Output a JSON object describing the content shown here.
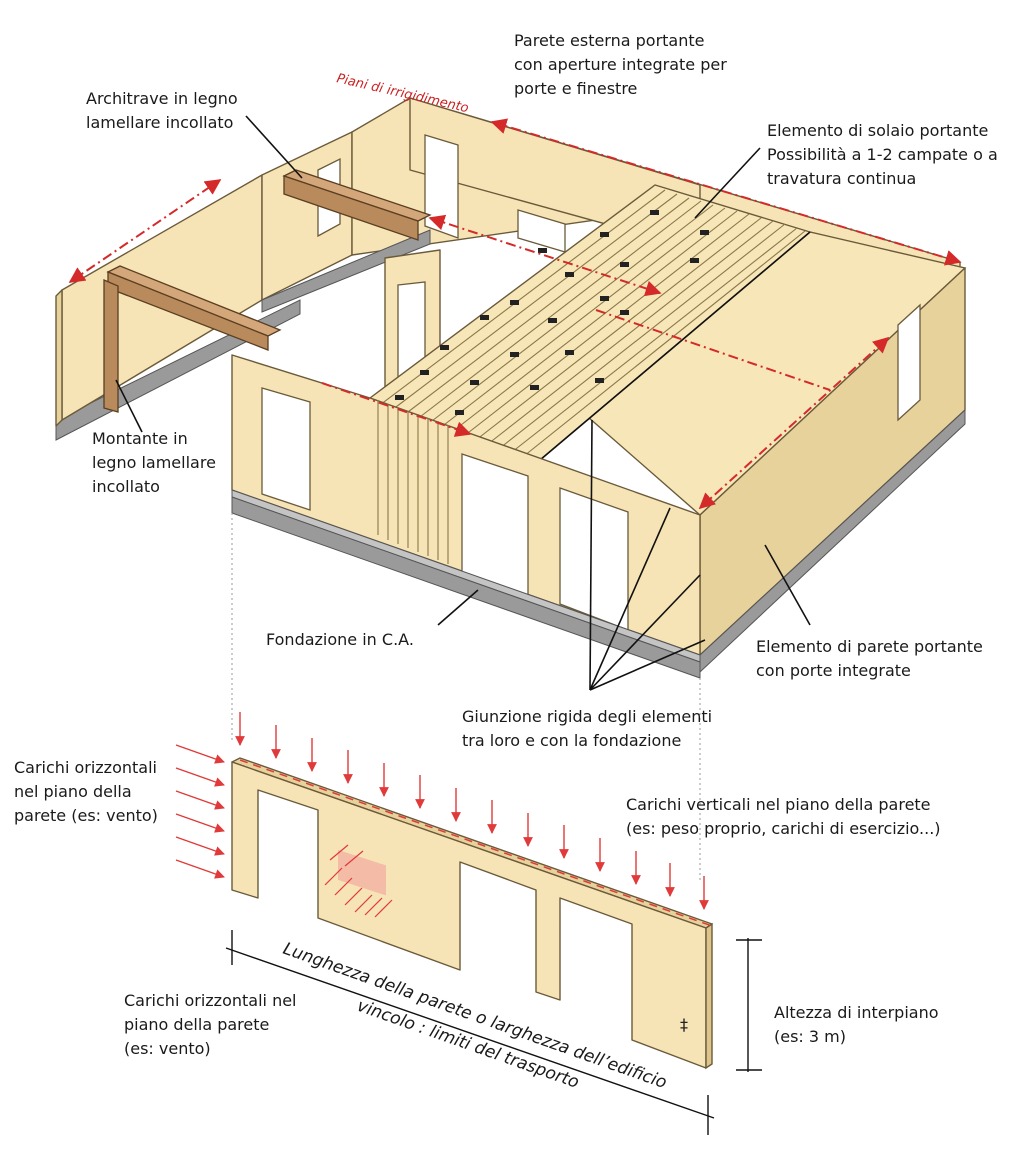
{
  "labels": {
    "parete_esterna": [
      "Parete esterna portante",
      "con aperture integrate per",
      "porte e finestre"
    ],
    "architrave": [
      "Architrave in legno",
      "lamellare incollato"
    ],
    "piani_irrigidimento": "Piani di irrigidimento",
    "elemento_solaio": [
      "Elemento di solaio portante",
      "Possibilità a 1-2 campate o a",
      "travatura continua"
    ],
    "montante": [
      "Montante in",
      "legno lamellare",
      "incollato"
    ],
    "fondazione": "Fondazione in C.A.",
    "elemento_parete": [
      "Elemento di parete portante",
      "con porte integrate"
    ],
    "giunzione": [
      "Giunzione rigida degli elementi",
      "tra loro e con la fondazione"
    ],
    "carichi_orizz_top": [
      "Carichi orizzontali",
      "nel piano della",
      "parete (es: vento)"
    ],
    "carichi_verticali": [
      "Carichi verticali nel piano della parete",
      "(es: peso proprio, carichi di esercizio...)"
    ],
    "carichi_orizz_bottom": [
      "Carichi orizzontali nel",
      "piano della parete",
      "(es: vento)"
    ],
    "lunghezza": [
      "Lunghezza della parete o larghezza dell’edificio",
      "vincolo : limiti del trasporto"
    ],
    "altezza": [
      "Altezza di interpiano",
      "(es: 3 m)"
    ]
  },
  "colors": {
    "wood": "#f6e4b6",
    "beam": "#b98a5c",
    "foundation": "#9a9a9a",
    "arrows": "#e03a3a",
    "text": "#1a1a1a"
  }
}
